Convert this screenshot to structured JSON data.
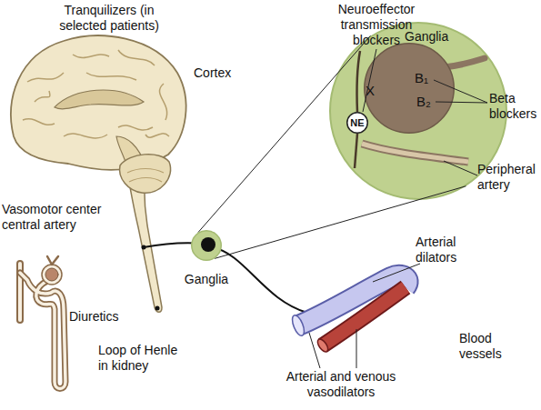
{
  "diagram": {
    "nodes": [
      {
        "text": [
          "Ganglia"
        ]
      },
      {
        "text": [
          "B₁",
          "X",
          "B₂"
        ],
        "in": 0
      },
      {
        "text": [
          "NE"
        ],
        "in": 0
      },
      {
        "text": [
          "Ganglia"
        ]
      }
    ],
    "edges": [
      {
        "from": 3,
        "to": 0,
        "arrow": "none"
      },
      {
        "from": 3,
        "to": 0,
        "arrow": "none"
      }
    ],
    "labels": [
      "Tranquilizers (in selected patients)",
      "Neuroeffector transmission blockers",
      "Cortex",
      "Beta blockers",
      "Peripheral artery",
      "Vasomotor center central artery",
      "Arterial dilators",
      "Diuretics",
      "Blood vessels",
      "Loop of Henle in kidney",
      "Arterial and venous vasodilators"
    ]
  }
}
